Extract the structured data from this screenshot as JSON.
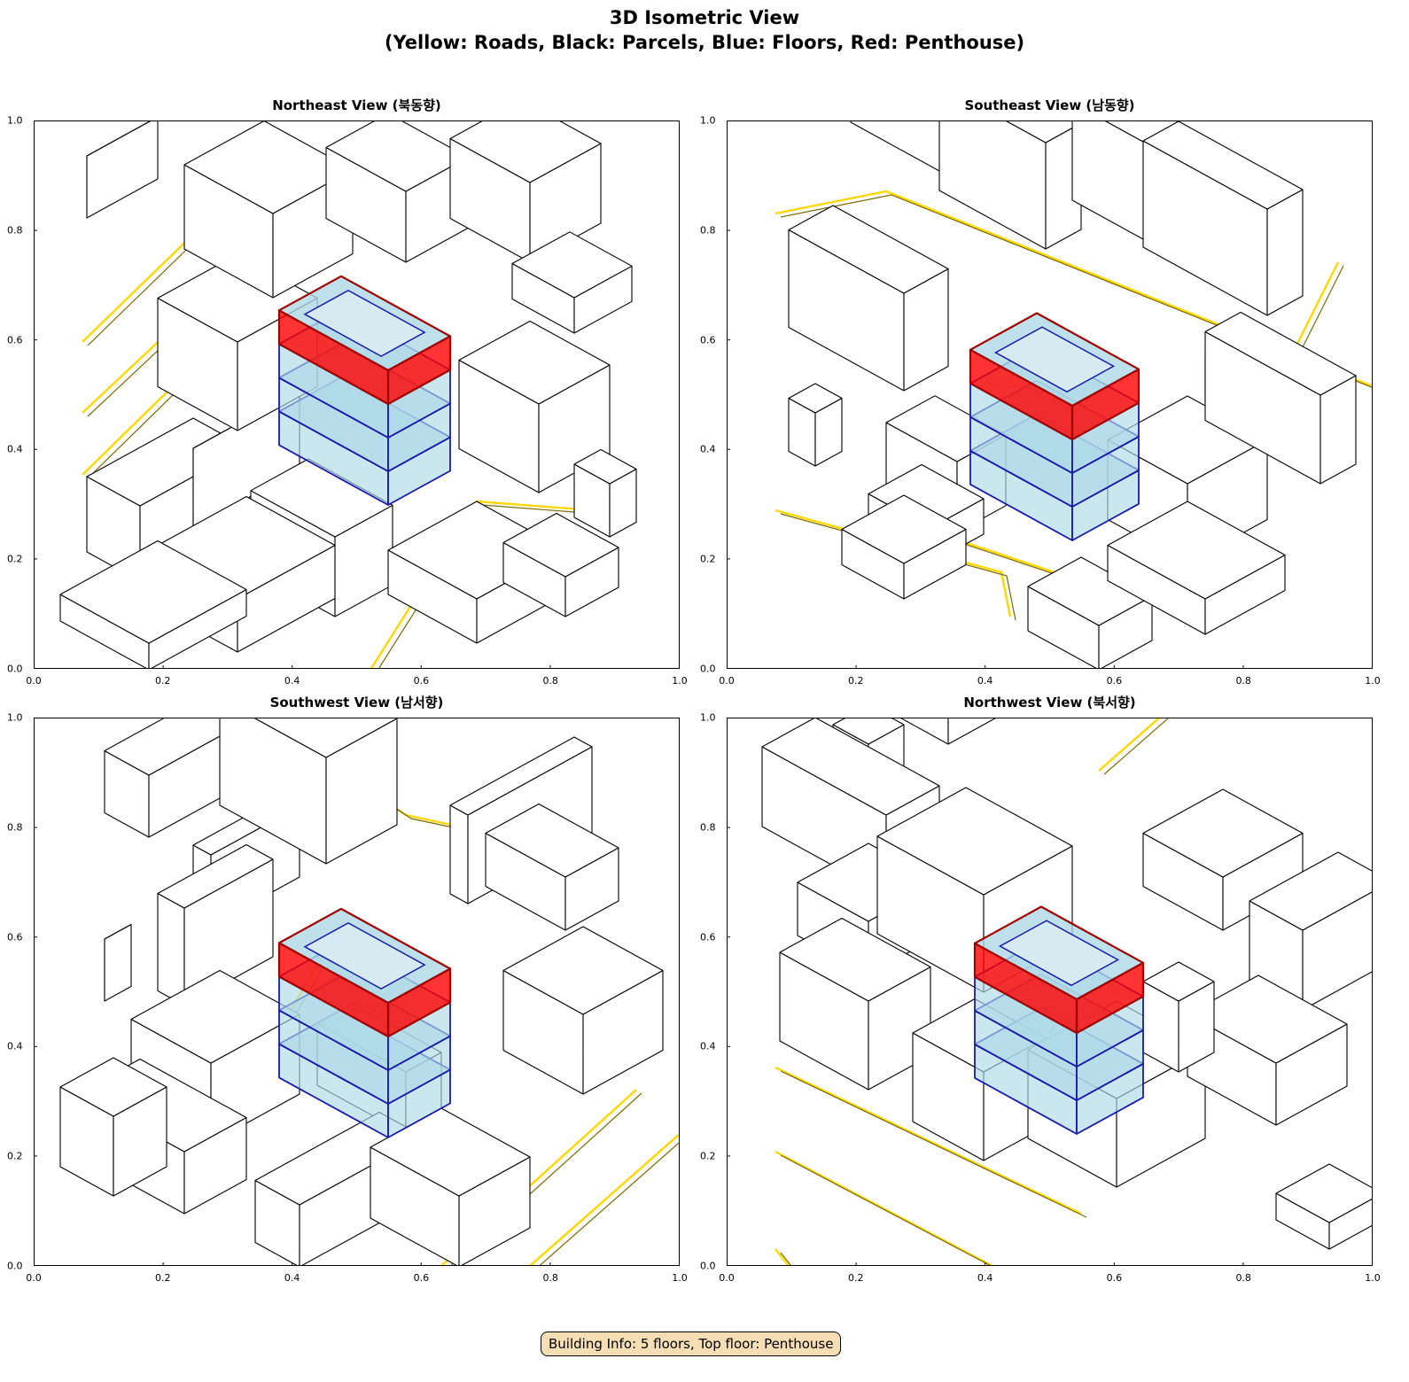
{
  "figure": {
    "title_line1": "3D Isometric View",
    "title_line2": "(Yellow: Roads, Black: Parcels, Blue: Floors, Red: Penthouse)"
  },
  "panels": [
    {
      "title": "Northeast View (북동향)"
    },
    {
      "title": "Southeast View (남동향)"
    },
    {
      "title": "Southwest View (남서향)"
    },
    {
      "title": "Northwest View (북서향)"
    }
  ],
  "axes": {
    "x_ticks": [
      "0.0",
      "0.2",
      "0.4",
      "0.6",
      "0.8",
      "1.0"
    ],
    "y_ticks": [
      "0.0",
      "0.2",
      "0.4",
      "0.6",
      "0.8",
      "1.0"
    ]
  },
  "info_box": "Building Info: 5 floors, Top floor: Penthouse",
  "colors": {
    "road": "#ffd700",
    "parcel": "#000000",
    "floor": "#add8e6",
    "floor_edge": "#1a1aa8",
    "penthouse": "#ff0000"
  }
}
